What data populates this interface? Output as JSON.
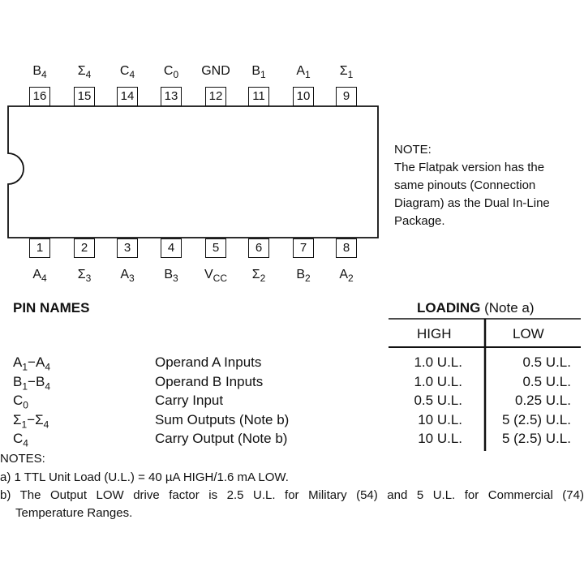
{
  "top_pins": [
    {
      "num": "16",
      "name": "B",
      "sub": "4"
    },
    {
      "num": "15",
      "name": "Σ",
      "sub": "4"
    },
    {
      "num": "14",
      "name": "C",
      "sub": "4"
    },
    {
      "num": "13",
      "name": "C",
      "sub": "0"
    },
    {
      "num": "12",
      "name": "GND",
      "sub": ""
    },
    {
      "num": "11",
      "name": "B",
      "sub": "1"
    },
    {
      "num": "10",
      "name": "A",
      "sub": "1"
    },
    {
      "num": "9",
      "name": "Σ",
      "sub": "1"
    }
  ],
  "bottom_pins": [
    {
      "num": "1",
      "name": "A",
      "sub": "4"
    },
    {
      "num": "2",
      "name": "Σ",
      "sub": "3"
    },
    {
      "num": "3",
      "name": "A",
      "sub": "3"
    },
    {
      "num": "4",
      "name": "B",
      "sub": "3"
    },
    {
      "num": "5",
      "name": "V",
      "sub": "CC"
    },
    {
      "num": "6",
      "name": "Σ",
      "sub": "2"
    },
    {
      "num": "7",
      "name": "B",
      "sub": "2"
    },
    {
      "num": "8",
      "name": "A",
      "sub": "2"
    }
  ],
  "note": {
    "title": "NOTE:",
    "lines": [
      "The Flatpak version has the",
      "same pinouts (Connection",
      "Diagram) as the Dual In-Line",
      "Package."
    ]
  },
  "pin_names": {
    "heading": "PIN NAMES",
    "loading_heading": "LOADING",
    "loading_note": " (Note a)",
    "col_high": "HIGH",
    "col_low": "LOW",
    "rows": [
      {
        "pin_html": "A<sub>1</sub>−A<sub>4</sub>",
        "desc": "Operand A Inputs",
        "high": "1.0 U.L.",
        "low": "0.5 U.L."
      },
      {
        "pin_html": "B<sub>1</sub>−B<sub>4</sub>",
        "desc": "Operand B Inputs",
        "high": "1.0 U.L.",
        "low": "0.5 U.L."
      },
      {
        "pin_html": "C<sub>0</sub>",
        "desc": "Carry Input",
        "high": "0.5 U.L.",
        "low": "0.25 U.L."
      },
      {
        "pin_html": "Σ<sub>1</sub>−Σ<sub>4</sub>",
        "desc": "Sum Outputs (Note b)",
        "high": "10 U.L.",
        "low": "5 (2.5) U.L."
      },
      {
        "pin_html": "C<sub>4</sub>",
        "desc": "Carry Output (Note b)",
        "high": "10 U.L.",
        "low": "5 (2.5) U.L."
      }
    ]
  },
  "notes": {
    "title": "NOTES:",
    "a": "a) 1 TTL Unit Load (U.L.) = 40 µA HIGH/1.6 mA LOW.",
    "b": "b) The Output LOW drive factor is 2.5 U.L. for Military (54) and 5 U.L. for Commercial (74)",
    "b_cont": "Temperature Ranges."
  }
}
